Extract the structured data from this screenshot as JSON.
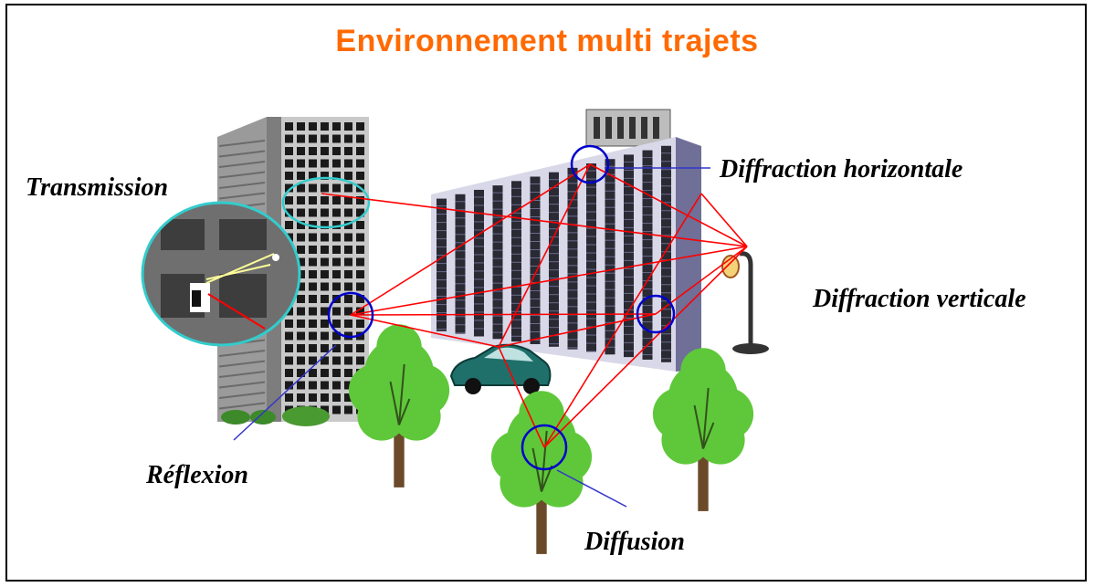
{
  "title": "Environnement multi trajets",
  "labels": {
    "transmission": "Transmission",
    "diffraction_horizontale": "Diffraction horizontale",
    "diffraction_verticale": "Diffraction verticale",
    "reflexion": "Réflexion",
    "diffusion": "Diffusion"
  },
  "colors": {
    "title": "#ff6a00",
    "ray": "#ff0000",
    "marker_circle": "#0000cc",
    "transmission_zone": "#33cccc",
    "leader_line": "#3333cc",
    "tree_foliage": "#5ec83a",
    "car_body": "#1f6f6a",
    "left_building": "#8c8c8c",
    "right_building": "#9c9cc2"
  }
}
